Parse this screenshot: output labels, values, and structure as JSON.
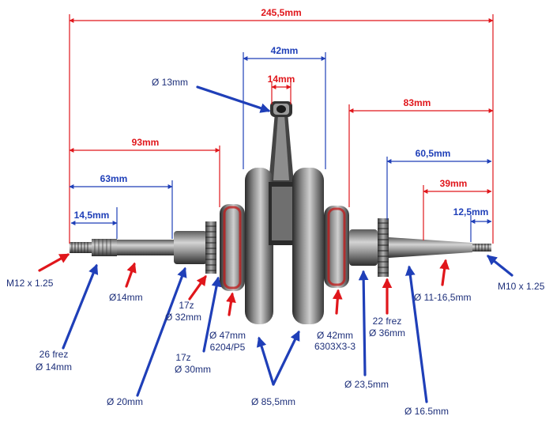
{
  "colors": {
    "red": "#e0161b",
    "blue": "#1f3fb8",
    "navy": "#1d2f7a",
    "steel_dark": "#3a3a3a",
    "steel_mid": "#8a8a8a",
    "steel_light": "#cfcfcf",
    "bearing_red": "#c01818"
  },
  "dimensions": {
    "overall_length": "245,5mm",
    "web_width": "42mm",
    "rod_small_end": "14mm",
    "right_side_length": "83mm",
    "left_93": "93mm",
    "right_60": "60,5mm",
    "left_63": "63mm",
    "right_39": "39mm",
    "left_14_5": "14,5mm",
    "right_12_5": "12,5mm"
  },
  "callouts": {
    "rod_bore": "Ø 13mm",
    "thread_left": "M12 x 1.25",
    "thread_right": "M10 x 1.25",
    "shaft_14": "Ø14mm",
    "taper": "Ø 11-16,5mm",
    "gear_17z_32_line1": "17z",
    "gear_17z_32_line2": "Ø 32mm",
    "bearing_47_line1": "Ø 47mm",
    "bearing_47_line2": "6204/P5",
    "bearing_42_line1": "Ø 42mm",
    "bearing_42_line2": "6303X3-3",
    "gear_22_line1": "22 frez",
    "gear_22_line2": "Ø 36mm",
    "spline_26_line1": "26 frez",
    "spline_26_line2": "Ø 14mm",
    "gear_17z_30_line1": "17z",
    "gear_17z_30_line2": "Ø 30mm",
    "journal_20": "Ø 20mm",
    "web_dia": "Ø 85,5mm",
    "journal_23_5": "Ø 23,5mm",
    "journal_16_5": "Ø 16.5mm"
  }
}
